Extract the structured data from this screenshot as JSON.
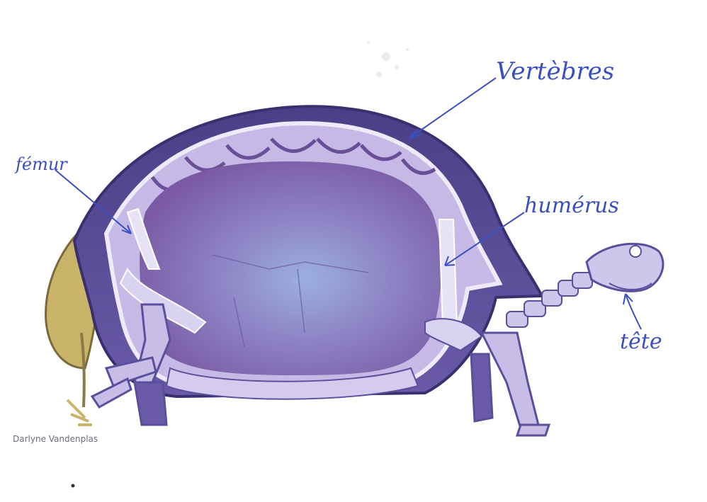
{
  "labels": {
    "vertebres": "Vertèbres",
    "femur": "fémur",
    "humerus": "humérus",
    "tete": "tête"
  },
  "credit": "Darlyne Vandenplas",
  "colors": {
    "ink": "#3a4fc0",
    "shell_outer": "#5b4e9a",
    "bone": "#d9d2f0",
    "interior": "#8b6db3",
    "interior_light": "#93a4d8",
    "tail_flap": "#c9b46a"
  }
}
